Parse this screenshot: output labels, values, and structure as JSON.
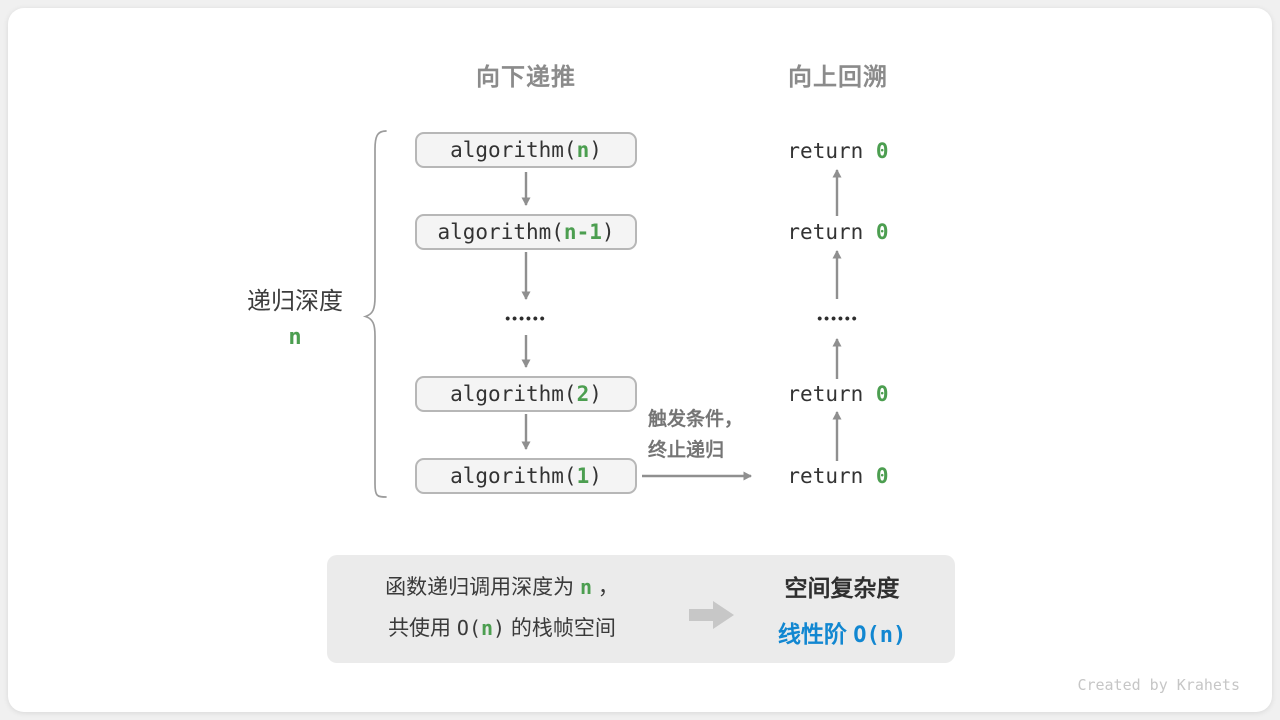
{
  "headers": {
    "down": "向下递推",
    "up": "向上回溯"
  },
  "depth_label": {
    "title": "递归深度",
    "value": "n"
  },
  "call_stack": {
    "frames": [
      {
        "fn": "algorithm(",
        "arg": "n",
        "close": ")"
      },
      {
        "fn": "algorithm(",
        "arg": "n-1",
        "close": ")"
      },
      {
        "fn": "algorithm(",
        "arg": "2",
        "close": ")"
      },
      {
        "fn": "algorithm(",
        "arg": "1",
        "close": ")"
      }
    ],
    "ellipsis": "••••••"
  },
  "returns": {
    "keyword": "return ",
    "value": "0",
    "ellipsis": "••••••"
  },
  "trigger_note": {
    "line1": "触发条件，",
    "line2": "终止递归"
  },
  "summary": {
    "left": {
      "l1_pre": "函数递归调用深度为 ",
      "l1_var": "n",
      "l1_post": " ，",
      "l2_pre": "共使用 ",
      "l2_o": "O(",
      "l2_var": "n",
      "l2_close": ")",
      "l2_post": " 的栈帧空间"
    },
    "right": {
      "title": "空间复杂度",
      "result_cjk": "线性阶 ",
      "result_big_o": "O(n)"
    }
  },
  "credit": "Created by Krahets",
  "colors": {
    "green": "#4c9e50",
    "blue": "#1287d1",
    "arrow_gray": "#8f8f8f",
    "header_gray": "#8b8b8b",
    "box_border": "#b7b7b7",
    "box_fill": "#f4f4f4",
    "summary_fill": "#ebebeb"
  }
}
